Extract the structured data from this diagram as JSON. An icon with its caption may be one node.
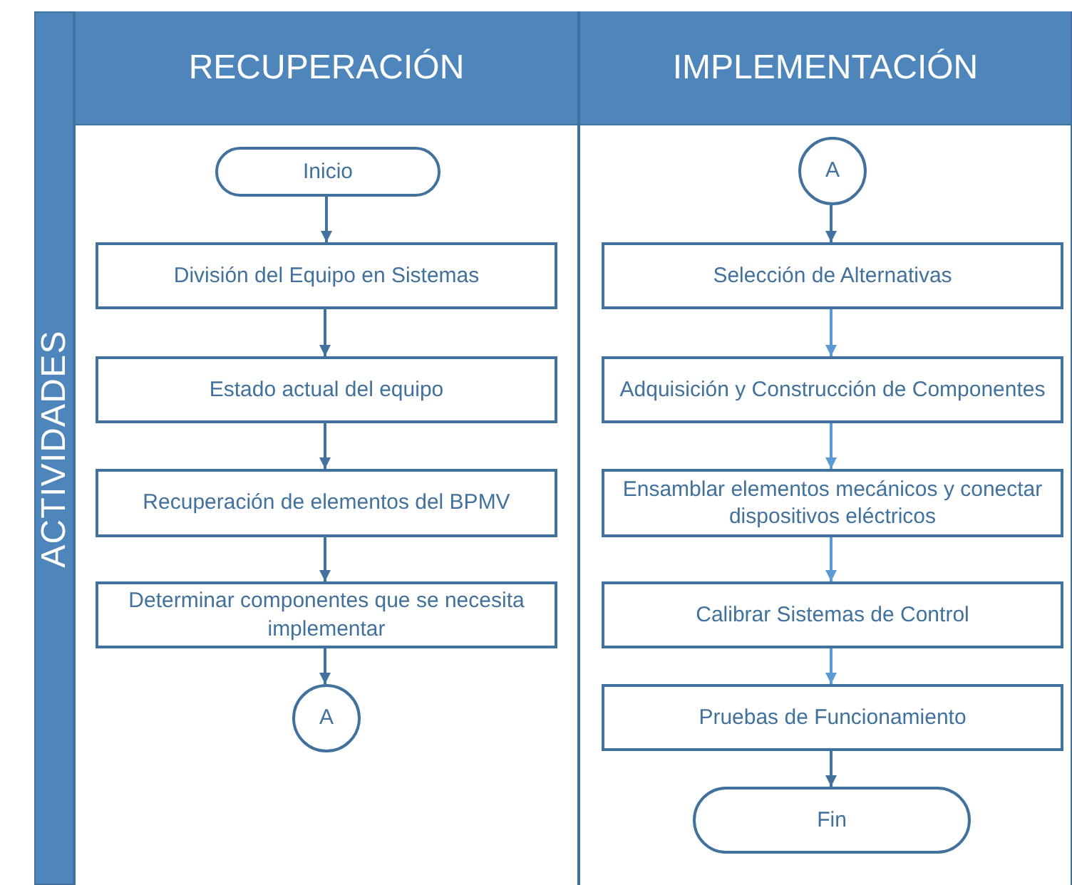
{
  "diagram": {
    "nodes": [
      {
        "text": [
          "ACTIVIDADES"
        ]
      },
      {
        "text": [
          "RECUPERACIÓN"
        ]
      },
      {
        "text": [
          "IMPLEMENTACIÓN"
        ]
      },
      {
        "text": [
          "Inicio"
        ],
        "in": 1
      },
      {
        "text": [
          "División del Equipo en Sistemas"
        ],
        "in": 1
      },
      {
        "text": [
          "Estado actual del equipo"
        ],
        "in": 1
      },
      {
        "text": [
          "Recuperación de elementos del BPMV"
        ],
        "in": 1
      },
      {
        "text": [
          "Determinar componentes que se necesita implementar"
        ],
        "in": 1
      },
      {
        "text": [
          "A"
        ],
        "in": 1
      },
      {
        "text": [
          "A"
        ],
        "in": 2
      },
      {
        "text": [
          "Selección de Alternativas"
        ],
        "in": 2
      },
      {
        "text": [
          "Adquisición y Construcción de Componentes"
        ],
        "in": 2
      },
      {
        "text": [
          "Ensamblar elementos mecánicos y conectar dispositivos eléctricos"
        ],
        "in": 2
      },
      {
        "text": [
          "Calibrar Sistemas de Control"
        ],
        "in": 2
      },
      {
        "text": [
          "Pruebas de Funcionamiento"
        ],
        "in": 2
      },
      {
        "text": [
          "Fin"
        ],
        "in": 2
      }
    ],
    "edges": [
      {
        "from": 3,
        "to": 4,
        "arrow": "to"
      },
      {
        "from": 4,
        "to": 5,
        "arrow": "to"
      },
      {
        "from": 5,
        "to": 6,
        "arrow": "to"
      },
      {
        "from": 6,
        "to": 7,
        "arrow": "to"
      },
      {
        "from": 7,
        "to": 8,
        "arrow": "to"
      },
      {
        "from": 9,
        "to": 10,
        "arrow": "to"
      },
      {
        "from": 10,
        "to": 11,
        "arrow": "to",
        "color": "#5b9bd5"
      },
      {
        "from": 11,
        "to": 12,
        "arrow": "to",
        "color": "#5b9bd5"
      },
      {
        "from": 12,
        "to": 13,
        "arrow": "to",
        "color": "#5b9bd5"
      },
      {
        "from": 13,
        "to": 14,
        "arrow": "to",
        "color": "#5b9bd5"
      },
      {
        "from": 14,
        "to": 15,
        "arrow": "to"
      }
    ]
  }
}
